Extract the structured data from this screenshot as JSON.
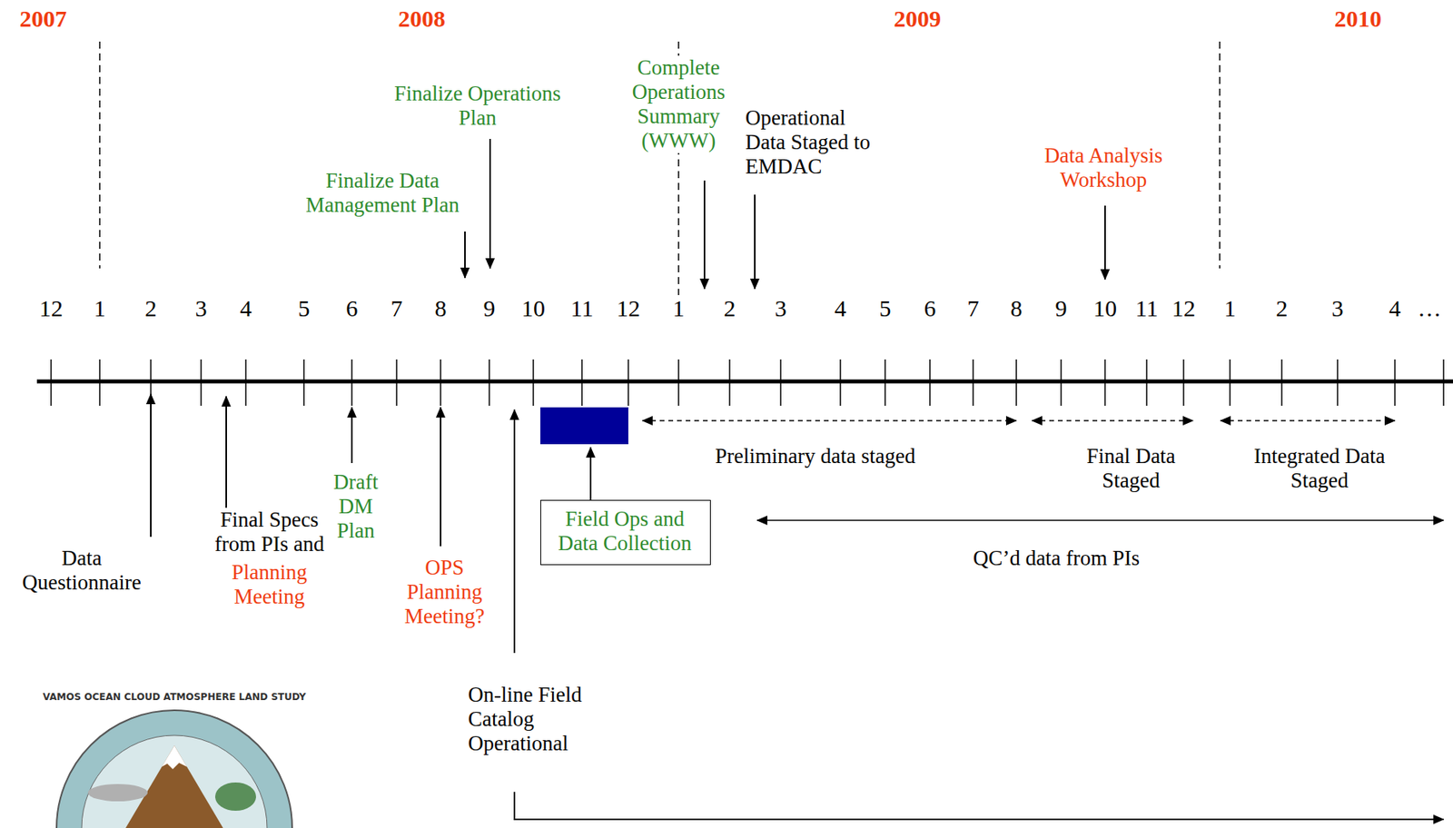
{
  "diagram": {
    "nodes": [
      {
        "text": [
          "Field Ops and Data Collection"
        ]
      }
    ],
    "labels": [
      "2007",
      "2008",
      "2009",
      "2010",
      "12",
      "1",
      "2",
      "3",
      "4",
      "5",
      "6",
      "7",
      "8",
      "9",
      "10",
      "11",
      "12",
      "1",
      "2",
      "3",
      "4",
      "5",
      "6",
      "7",
      "8",
      "9",
      "10",
      "11",
      "12",
      "1",
      "2",
      "3",
      "4",
      "…",
      "Finalize Data Management Plan",
      "Finalize Operations Plan",
      "Complete Operations Summary (WWW)",
      "Operational Data Staged to EMDAC",
      "Data Analysis Workshop",
      "Data Questionnaire",
      "Final Specs from PIs and",
      "Planning Meeting",
      "Draft DM Plan",
      "OPS Planning Meeting?",
      "On-line Field Catalog Operational",
      "Preliminary data staged",
      "Final Data Staged",
      "Integrated Data Staged",
      "QC’d data from PIs",
      "VAMOS OCEAN CLOUD ATMOSPHERE LAND STUDY"
    ]
  }
}
